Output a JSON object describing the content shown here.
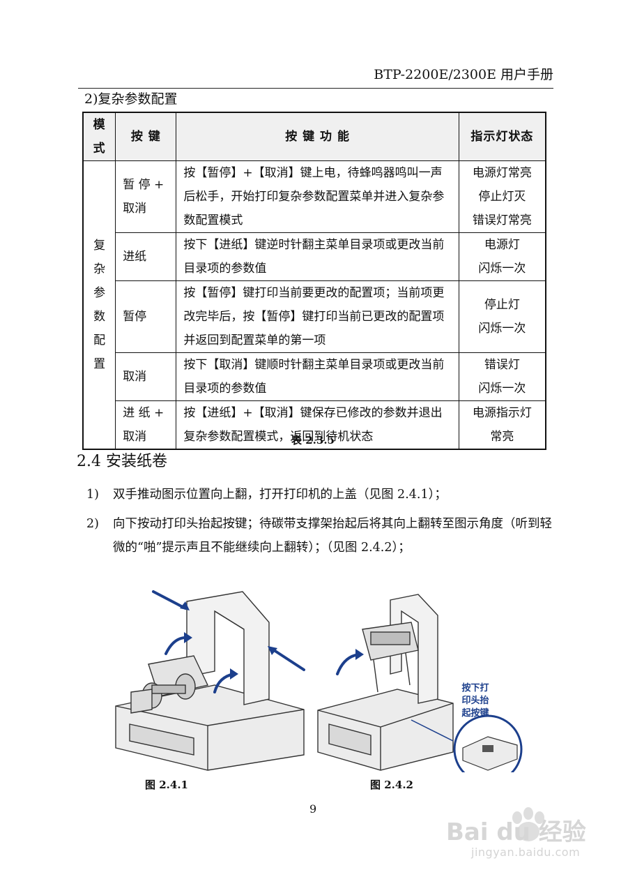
{
  "header": {
    "title": "BTP-2200E/2300E 用户手册"
  },
  "section_sub": "2)复杂参数配置",
  "table": {
    "headers": [
      "模式",
      "按 键",
      "按 键 功 能",
      "指示灯状态"
    ],
    "mode_label": [
      "复",
      "杂",
      "参",
      "数",
      "配",
      "置"
    ],
    "rows": [
      {
        "key": [
          "暂 停 +",
          "取消"
        ],
        "func": "按【暂停】+【取消】键上电，待蜂鸣器鸣叫一声后松手，开始打印复杂参数配置菜单并进入复杂参数配置模式",
        "led": [
          "电源灯常亮",
          "停止灯灭",
          "错误灯常亮"
        ]
      },
      {
        "key": [
          "进纸"
        ],
        "func": "按下【进纸】键逆时针翻主菜单目录项或更改当前目录项的参数值",
        "led": [
          "电源灯",
          "闪烁一次"
        ]
      },
      {
        "key": [
          "暂停"
        ],
        "func": "按【暂停】键打印当前要更改的配置项；当前项更改完毕后，按【暂停】键打印当前已更改的配置项并返回到配置菜单的第一项",
        "led": [
          "停止灯",
          "闪烁一次"
        ]
      },
      {
        "key": [
          "取消"
        ],
        "func": "按下【取消】键顺时针翻主菜单目录项或更改当前目录项的参数值",
        "led": [
          "错误灯",
          "闪烁一次"
        ]
      },
      {
        "key": [
          "进 纸 +",
          "取消"
        ],
        "func": "按【进纸】+【取消】键保存已修改的参数并退出复杂参数配置模式，返回到待机状态",
        "led": [
          "电源指示灯",
          "常亮"
        ]
      }
    ],
    "caption": "表 2.3.5"
  },
  "section_title": "2.4 安装纸卷",
  "steps": [
    {
      "num": "1)",
      "text": "双手推动图示位置向上翻，打开打印机的上盖（见图 2.4.1）；"
    },
    {
      "num": "2)",
      "text": "向下按动打印头抬起按键；待碳带支撑架抬起后将其向上翻转至图示角度（听到轻微的“啪”提示声且不能继续向上翻转）；（见图 2.4.2）；"
    }
  ],
  "figures": {
    "fig1_caption": "图 2.4.1",
    "fig2_caption": "图 2.4.2",
    "fig2_label": [
      "按下打",
      "印头抬",
      "起按键"
    ]
  },
  "page_number": "9",
  "watermark": {
    "logo": "Bai du 经验",
    "url": "jingyan.baidu.com"
  },
  "colors": {
    "arrow": "#1c3f8c",
    "line": "#222222"
  }
}
